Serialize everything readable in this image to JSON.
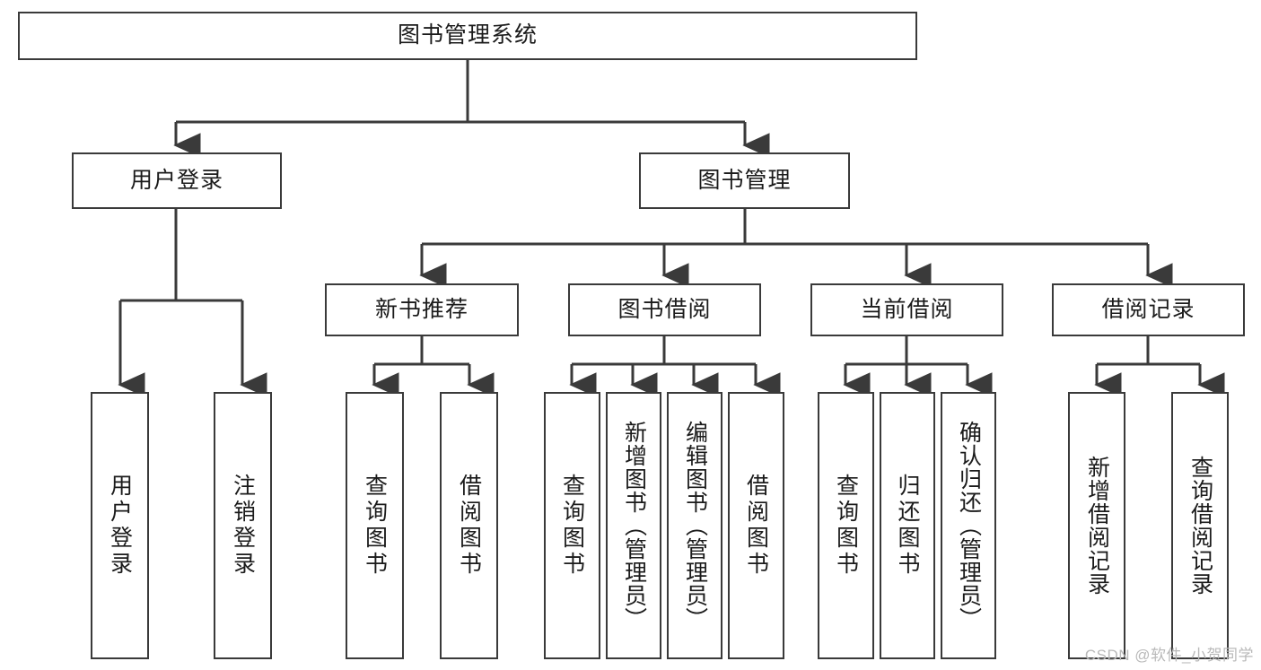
{
  "diagram": {
    "title": "图书管理系统",
    "type": "tree-hierarchy",
    "watermark": "CSDN @软件_小贺同学",
    "colors": {
      "stroke": "#3a3a3a",
      "box_fill": "#ffffff",
      "text": "#1b1b1b",
      "watermark": "#b9b9b9",
      "background": "#ffffff"
    }
  },
  "nodes": {
    "root": {
      "label": "图书管理系统"
    },
    "level2": [
      {
        "id": "user-login",
        "label": "用户登录"
      },
      {
        "id": "book-manage",
        "label": "图书管理"
      }
    ],
    "level3": [
      {
        "id": "new-book-recommend",
        "label": "新书推荐"
      },
      {
        "id": "book-borrow",
        "label": "图书借阅"
      },
      {
        "id": "current-borrow",
        "label": "当前借阅"
      },
      {
        "id": "borrow-record",
        "label": "借阅记录"
      }
    ],
    "leaves": {
      "user_login": [
        {
          "id": "leaf-user-login",
          "label": "用户登录"
        },
        {
          "id": "leaf-logout-login",
          "label": "注销登录"
        }
      ],
      "new_book_recommend": [
        {
          "id": "leaf-query-book-1",
          "label": "查询图书"
        },
        {
          "id": "leaf-borrow-book-1",
          "label": "借阅图书"
        }
      ],
      "book_borrow": [
        {
          "id": "leaf-query-book-2",
          "label": "查询图书"
        },
        {
          "id": "leaf-add-book",
          "label": "新增图书（管理员）"
        },
        {
          "id": "leaf-edit-book",
          "label": "编辑图书（管理员）"
        },
        {
          "id": "leaf-borrow-book-2",
          "label": "借阅图书"
        }
      ],
      "current_borrow": [
        {
          "id": "leaf-query-book-3",
          "label": "查询图书"
        },
        {
          "id": "leaf-return-book",
          "label": "归还图书"
        },
        {
          "id": "leaf-confirm-return",
          "label": "确认归还（管理员）"
        }
      ],
      "borrow_record": [
        {
          "id": "leaf-add-record",
          "label": "新增借阅记录"
        },
        {
          "id": "leaf-query-record",
          "label": "查询借阅记录"
        }
      ]
    }
  }
}
